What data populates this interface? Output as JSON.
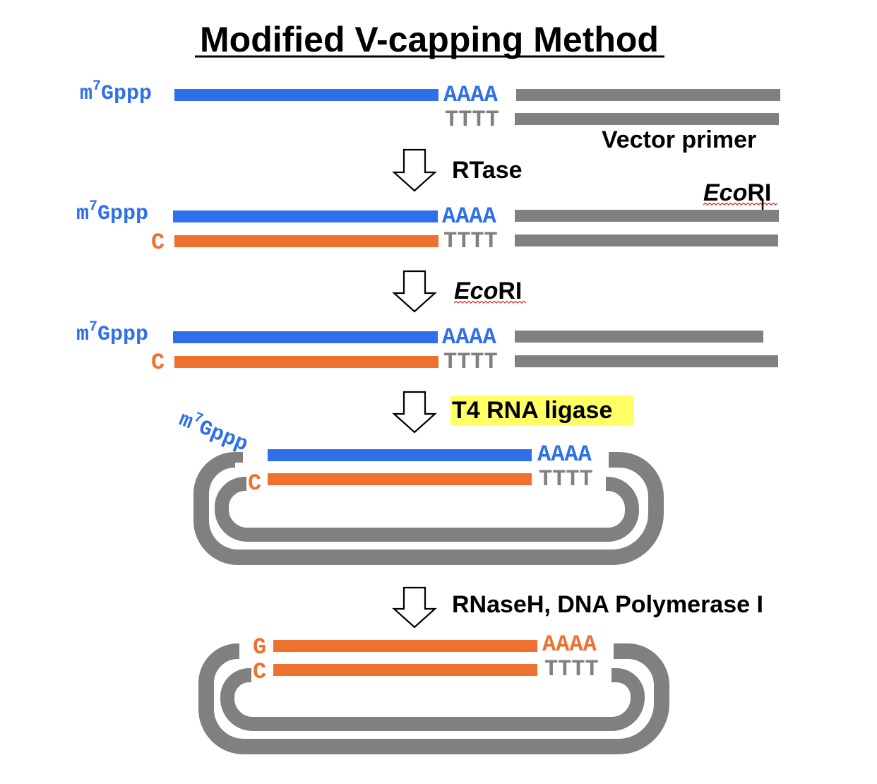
{
  "title": "Modified V-capping Method",
  "colors": {
    "rna": "#2f6fea",
    "cdna": "#ee7130",
    "vector": "#808080",
    "highlight": "#ffff66",
    "text": "#000000"
  },
  "labels": {
    "cap_m": "m",
    "cap_superscript": "7",
    "cap_gppp": "Gppp",
    "polyA": "AAAA",
    "polyT": "TTTT",
    "c_end": "C",
    "g_end": "G",
    "vector_primer": "Vector primer",
    "ecori_site_italic": "Eco",
    "ecori_site_roman": "RI"
  },
  "steps": [
    {
      "label": "RTase"
    },
    {
      "label_italic": "Eco",
      "label_roman": "RI"
    },
    {
      "label": "T4 RNA ligase",
      "highlight": true
    },
    {
      "label": "RNaseH, DNA Polymerase I"
    }
  ],
  "icons": {
    "step_arrow": "down-arrow-outline-icon"
  }
}
